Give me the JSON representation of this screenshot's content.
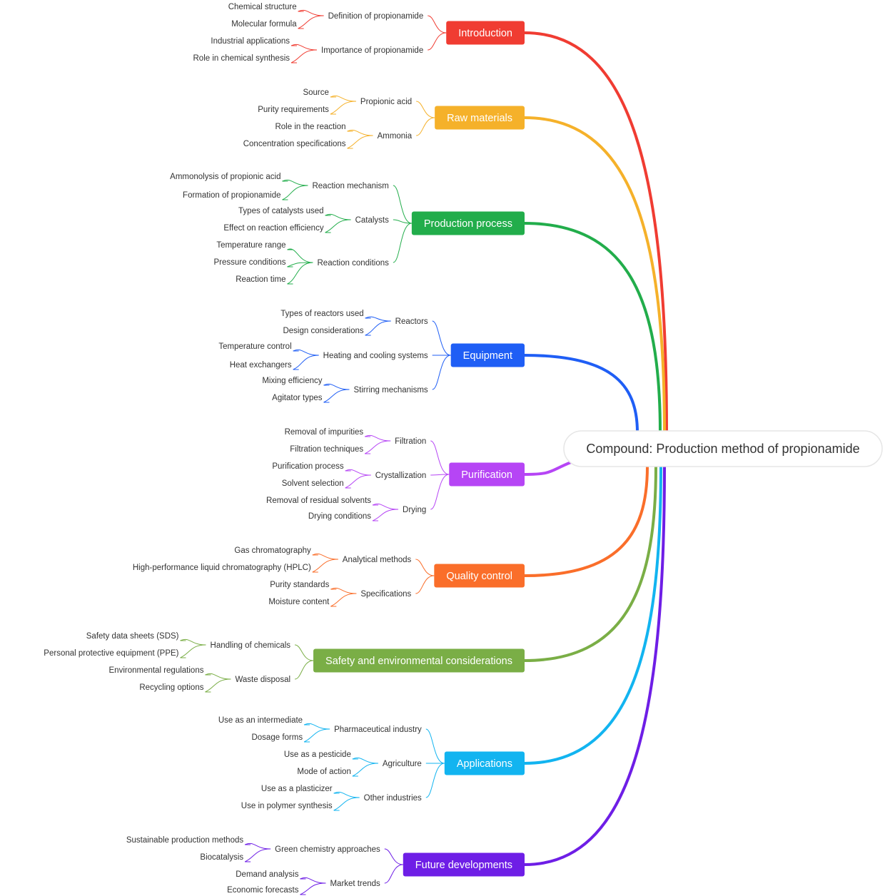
{
  "root": {
    "label": "Compound: Production method of propionamide"
  },
  "branches": [
    {
      "label": "Introduction",
      "color": "#f03c32",
      "children": [
        {
          "label": "Definition of propionamide",
          "children": [
            "Chemical structure",
            "Molecular formula"
          ]
        },
        {
          "label": "Importance of propionamide",
          "children": [
            "Industrial applications",
            "Role in chemical synthesis"
          ]
        }
      ]
    },
    {
      "label": "Raw materials",
      "color": "#f5b12a",
      "children": [
        {
          "label": "Propionic acid",
          "children": [
            "Source",
            "Purity requirements"
          ]
        },
        {
          "label": "Ammonia",
          "children": [
            "Role in the reaction",
            "Concentration specifications"
          ]
        }
      ]
    },
    {
      "label": "Production process",
      "color": "#22ad4b",
      "children": [
        {
          "label": "Reaction mechanism",
          "children": [
            "Ammonolysis of propionic acid",
            "Formation of propionamide"
          ]
        },
        {
          "label": "Catalysts",
          "children": [
            "Types of catalysts used",
            "Effect on reaction efficiency"
          ]
        },
        {
          "label": "Reaction conditions",
          "children": [
            "Temperature range",
            "Pressure conditions",
            "Reaction time"
          ]
        }
      ]
    },
    {
      "label": "Equipment",
      "color": "#1f5ef5",
      "children": [
        {
          "label": "Reactors",
          "children": [
            "Types of reactors used",
            "Design considerations"
          ]
        },
        {
          "label": "Heating and cooling systems",
          "children": [
            "Temperature control",
            "Heat exchangers"
          ]
        },
        {
          "label": "Stirring mechanisms",
          "children": [
            "Mixing efficiency",
            "Agitator types"
          ]
        }
      ]
    },
    {
      "label": "Purification",
      "color": "#b645f5",
      "children": [
        {
          "label": "Filtration",
          "children": [
            "Removal of impurities",
            "Filtration techniques"
          ]
        },
        {
          "label": "Crystallization",
          "children": [
            "Purification process",
            "Solvent selection"
          ]
        },
        {
          "label": "Drying",
          "children": [
            "Removal of residual solvents",
            "Drying conditions"
          ]
        }
      ]
    },
    {
      "label": "Quality control",
      "color": "#fa6e2a",
      "children": [
        {
          "label": "Analytical methods",
          "children": [
            "Gas chromatography",
            "High-performance liquid chromatography (HPLC)"
          ]
        },
        {
          "label": "Specifications",
          "children": [
            "Purity standards",
            "Moisture content"
          ]
        }
      ]
    },
    {
      "label": "Safety and environmental considerations",
      "color": "#7aae46",
      "children": [
        {
          "label": "Handling of chemicals",
          "children": [
            "Safety data sheets (SDS)",
            "Personal protective equipment (PPE)"
          ]
        },
        {
          "label": "Waste disposal",
          "children": [
            "Environmental regulations",
            "Recycling options"
          ]
        }
      ]
    },
    {
      "label": "Applications",
      "color": "#12b4f0",
      "children": [
        {
          "label": "Pharmaceutical industry",
          "children": [
            "Use as an intermediate",
            "Dosage forms"
          ]
        },
        {
          "label": "Agriculture",
          "children": [
            "Use as a pesticide",
            "Mode of action"
          ]
        },
        {
          "label": "Other industries",
          "children": [
            "Use as a plasticizer",
            "Use in polymer synthesis"
          ]
        }
      ]
    },
    {
      "label": "Future developments",
      "color": "#6e1ee6",
      "children": [
        {
          "label": "Green chemistry approaches",
          "children": [
            "Sustainable production methods",
            "Biocatalysis"
          ]
        },
        {
          "label": "Market trends",
          "children": [
            "Demand analysis",
            "Economic forecasts"
          ]
        }
      ]
    }
  ]
}
